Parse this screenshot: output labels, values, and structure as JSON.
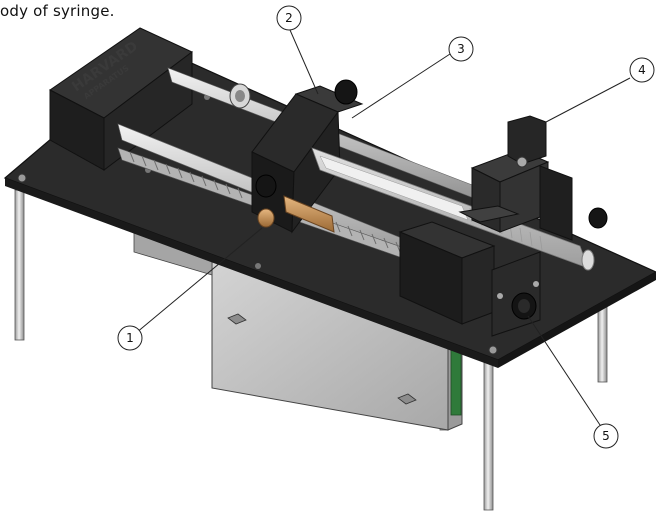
{
  "caption": "ody of syringe.",
  "brand": {
    "line1": "HARVARD",
    "line2": "APPARATUS"
  },
  "callouts": [
    {
      "id": "callout-1",
      "label": "1"
    },
    {
      "id": "callout-2",
      "label": "2"
    },
    {
      "id": "callout-3",
      "label": "3"
    },
    {
      "id": "callout-4",
      "label": "4"
    },
    {
      "id": "callout-5",
      "label": "5"
    }
  ],
  "colors": {
    "base_plate": "#2b2b2b",
    "block": "#1f1f1f",
    "rod": "#c9c9c9",
    "brass": "#c9955a",
    "electronics_box": "#b9b9b9"
  }
}
